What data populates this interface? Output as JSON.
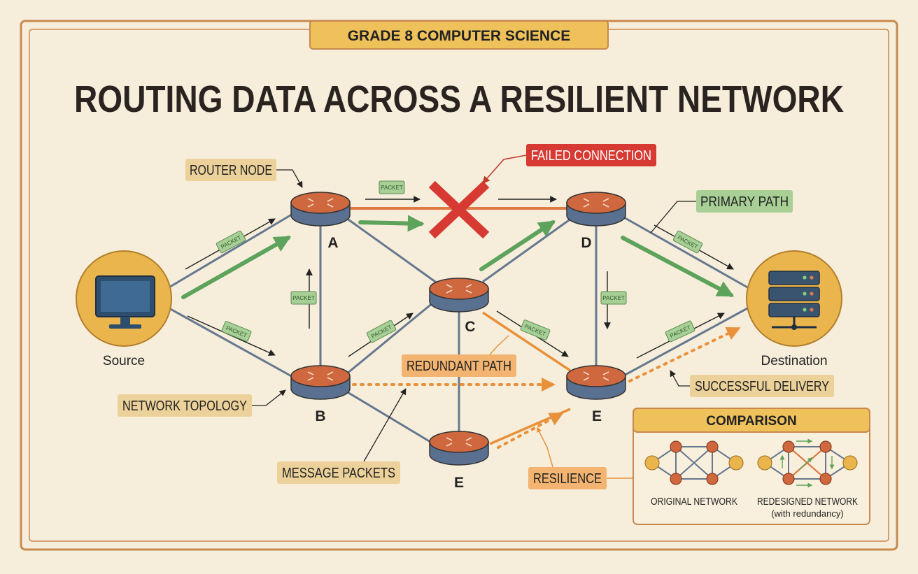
{
  "header": {
    "subject": "GRADE 8 COMPUTER SCIENCE",
    "title": "ROUTING DATA ACROSS A RESILIENT NETWORK"
  },
  "nodes": {
    "source": "Source",
    "destination": "Destination",
    "a": "A",
    "b": "B",
    "c": "C",
    "d": "D",
    "e_right": "E",
    "e_bottom": "E"
  },
  "callouts": {
    "router_node": "ROUTER NODE",
    "failed_connection": "FAILED CONNECTION",
    "primary_path": "PRIMARY PATH",
    "redundant_path": "REDUNDANT PATH",
    "network_topology": "NETWORK TOPOLOGY",
    "successful_delivery": "SUCCESSFUL DELIVERY",
    "message_packets": "MESSAGE PACKETS",
    "resilience": "RESILIENCE"
  },
  "packet_label": "PACKET",
  "comparison": {
    "title": "COMPARISON",
    "original": "ORIGINAL NETWORK",
    "redesigned": "REDESIGNED NETWORK",
    "redesigned_note": "(with redundancy)"
  },
  "colors": {
    "background": "#f6eedb",
    "frame": "#c7894f",
    "router_top": "#d0683f",
    "router_body": "#5a7090",
    "link": "#66778f",
    "primary": "#5ea35c",
    "redundant": "#e8913a",
    "failed": "#d63a32",
    "tag_tan": "#ecd29a",
    "tag_green": "#a8cf95",
    "tag_orange": "#f2b470",
    "node_gold": "#e9b54c"
  }
}
